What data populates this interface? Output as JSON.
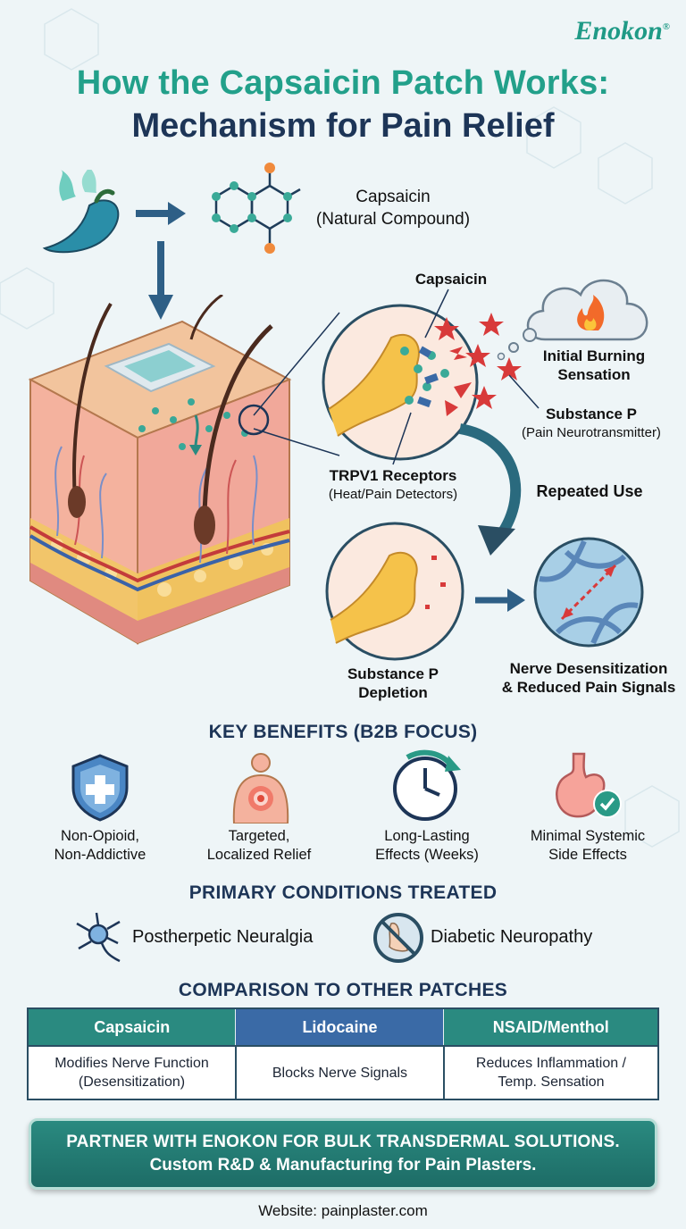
{
  "brand": {
    "name": "Enokon",
    "mark": "®"
  },
  "title": {
    "line1": "How the Capsaicin Patch Works:",
    "line2": "Mechanism for Pain Relief"
  },
  "mechanism": {
    "compound_label": "Capsaicin",
    "compound_sublabel": "(Natural Compound)",
    "capsaicin_label": "Capsaicin",
    "burning_label_1": "Initial Burning",
    "burning_label_2": "Sensation",
    "substance_p_label": "Substance P",
    "substance_p_sub": "(Pain Neurotransmitter)",
    "trpv1_label": "TRPV1 Receptors",
    "trpv1_sub": "(Heat/Pain Detectors)",
    "repeated_use": "Repeated Use",
    "depletion_1": "Substance P",
    "depletion_2": "Depletion",
    "desens_1": "Nerve Desensitization",
    "desens_2": "& Reduced Pain Signals"
  },
  "benefits": {
    "heading": "KEY BENEFITS (B2B FOCUS)",
    "items": [
      {
        "l1": "Non-Opioid,",
        "l2": "Non-Addictive",
        "icon": "shield-cross-icon"
      },
      {
        "l1": "Targeted,",
        "l2": "Localized Relief",
        "icon": "body-target-icon"
      },
      {
        "l1": "Long-Lasting",
        "l2": "Effects (Weeks)",
        "icon": "clock-icon"
      },
      {
        "l1": "Minimal Systemic",
        "l2": "Side Effects",
        "icon": "stomach-check-icon"
      }
    ]
  },
  "conditions": {
    "heading": "PRIMARY CONDITIONS TREATED",
    "items": [
      "Postherpetic Neuralgia",
      "Diabetic Neuropathy"
    ]
  },
  "comparison": {
    "heading": "COMPARISON TO OTHER PATCHES",
    "columns": [
      {
        "name": "Capsaicin",
        "color": "#2a8a80",
        "l1": "Modifies Nerve Function",
        "l2": "(Desensitization)"
      },
      {
        "name": "Lidocaine",
        "color": "#3a6aa6",
        "l1": "Blocks Nerve Signals",
        "l2": ""
      },
      {
        "name": "NSAID/Menthol",
        "color": "#2a8a80",
        "l1": "Reduces Inflammation /",
        "l2": "Temp. Sensation"
      }
    ]
  },
  "banner": {
    "line1": "PARTNER WITH ENOKON FOR BULK TRANSDERMAL SOLUTIONS.",
    "line2": "Custom R&D & Manufacturing for Pain Plasters."
  },
  "website": "Website: painplaster.com",
  "colors": {
    "teal": "#22a08a",
    "navy": "#1d3557",
    "blue": "#3a6aa6"
  }
}
